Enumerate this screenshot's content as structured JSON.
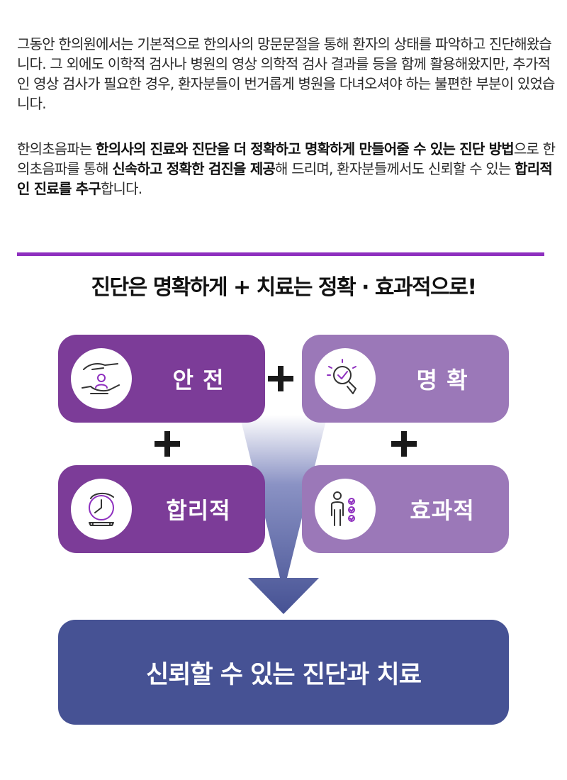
{
  "intro": {
    "paragraph1": "그동안 한의원에서는 기본적으로 한의사의 망문문절을 통해 환자의 상태를 파악하고 진단해왔습니다. 그 외에도 이학적 검사나 병원의 영상 의학적 검사 결과를 등을 함께 활용해왔지만, 추가적인 영상 검사가 필요한 경우, 환자분들이 번거롭게 병원을 다녀오셔야 하는 불편한 부분이 있었습니다.",
    "p2_s1": "한의초음파는 ",
    "p2_b1": "한의사의 진료와 진단을 더 정확하고 명확하게 만들어줄 수 있는 진단 방법",
    "p2_s2": "으로 한의초음파를 통해 ",
    "p2_b2": "신속하고 정확한 검진을 제공",
    "p2_s3": "해 드리며, 환자분들께서도 신뢰할 수 있는 ",
    "p2_b3": "합리적인 진료를 추구",
    "p2_s4": "합니다."
  },
  "headline": "진단은 명확하게 + 치료는 정확 · 효과적으로!",
  "boxes": [
    {
      "label": "안 전",
      "icon": "hands-protect-person-icon"
    },
    {
      "label": "명 확",
      "icon": "magnifier-check-icon"
    },
    {
      "label": "합리적",
      "icon": "alarm-clock-icon"
    },
    {
      "label": "효과적",
      "icon": "person-checklist-icon"
    }
  ],
  "result": "신뢰할 수 있는 진단과 치료",
  "colors": {
    "accent": "#8e2fbf",
    "box_dark": "#7c3c98",
    "box_light": "#9b78b8",
    "result_bg": "#465294"
  }
}
